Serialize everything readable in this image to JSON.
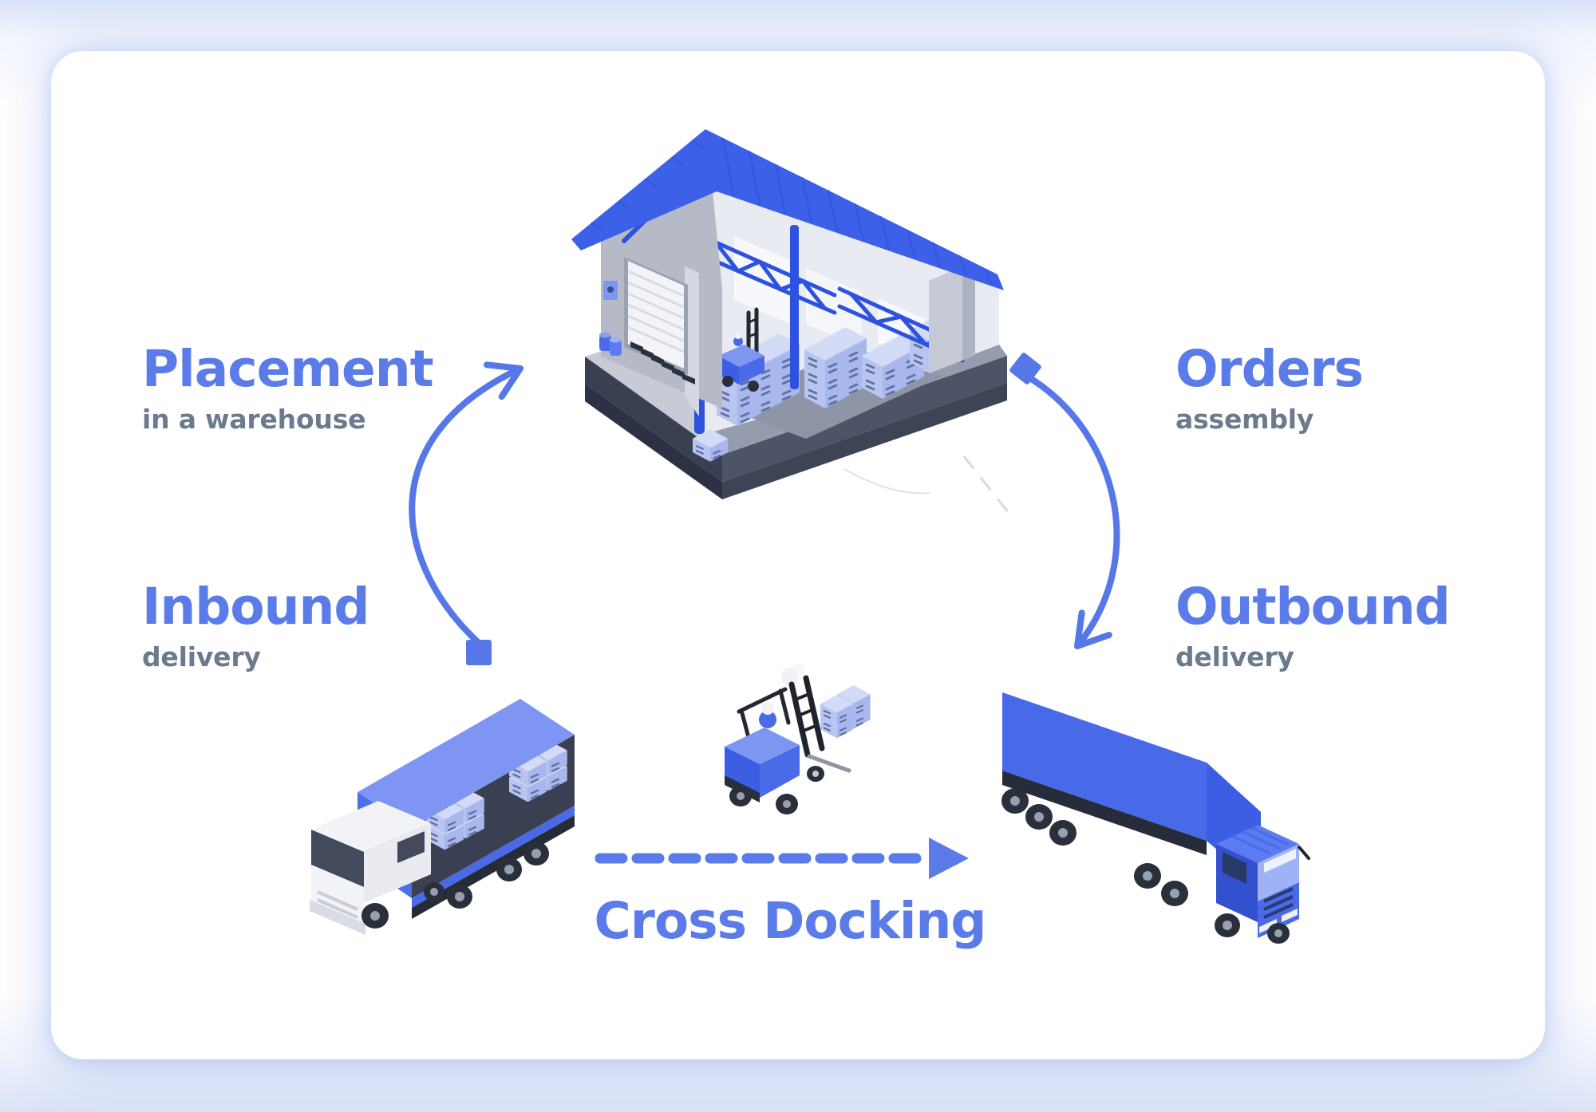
{
  "theme": {
    "accent_blue": "#5b7ce8",
    "subtext_gray": "#6b7a8c",
    "arrow_blue": "#5577e8",
    "roof_blue": "#3c60e8",
    "truss_blue": "#2d52df",
    "page_glow": "#d9e2f8"
  },
  "diagram": {
    "steps": {
      "placement": {
        "title": "Placement",
        "subtitle": "in a warehouse"
      },
      "orders": {
        "title": "Orders",
        "subtitle": "assembly"
      },
      "inbound": {
        "title": "Inbound",
        "subtitle": "delivery"
      },
      "outbound": {
        "title": "Outbound",
        "subtitle": "delivery"
      }
    },
    "cross_docking_label": "Cross Docking",
    "icons": {
      "warehouse": "warehouse-isometric-icon",
      "inbound_truck": "open-trailer-truck-icon",
      "outbound_truck": "blue-truck-icon",
      "forklift": "forklift-loaded-icon",
      "flow_left": "curved-arrow-up-icon",
      "flow_right": "curved-arrow-down-icon",
      "cross_docking": "dashed-arrow-right-icon"
    }
  }
}
